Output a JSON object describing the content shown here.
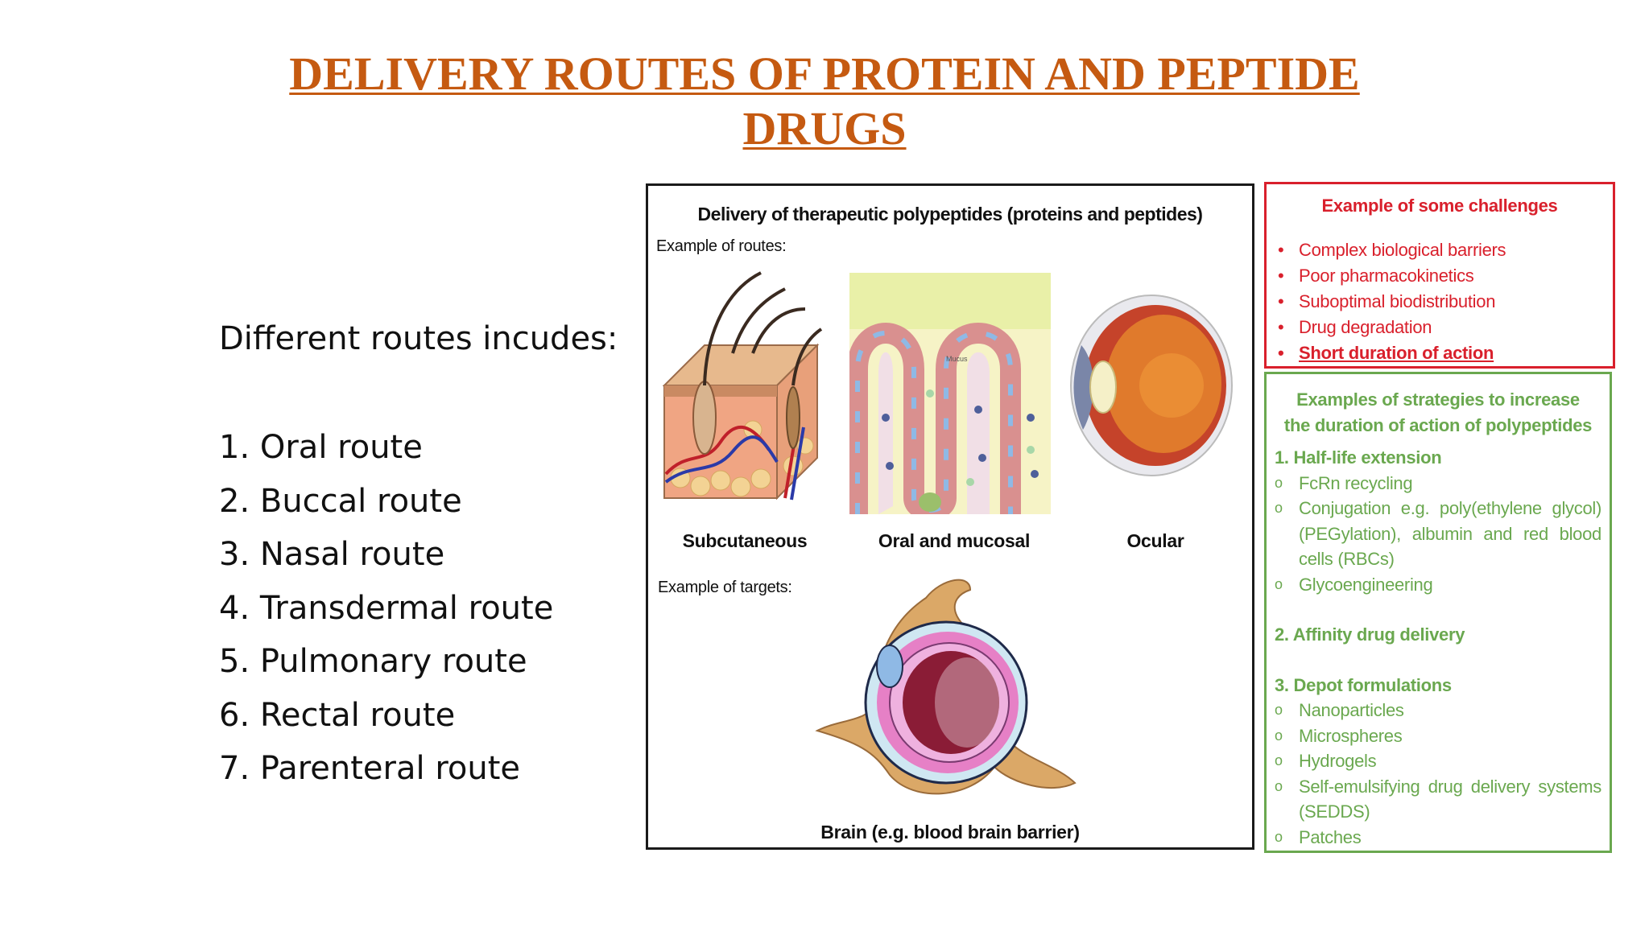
{
  "title": {
    "line1": "DELIVERY ROUTES  OF PROTEIN AND PEPTIDE",
    "line2": "DRUGS"
  },
  "intro": "Different routes incudes:",
  "routes": [
    "1. Oral route",
    "2. Buccal route",
    "3. Nasal route",
    "4. Transdermal route",
    "5. Pulmonary route",
    "6. Rectal route",
    "7. Parenteral route"
  ],
  "figure": {
    "title": "Delivery of therapeutic polypeptides (proteins and peptides)",
    "routes_label": "Example of routes:",
    "targets_label": "Example of targets:",
    "route_labels": [
      "Subcutaneous",
      "Oral and mucosal",
      "Ocular"
    ],
    "target_label": "Brain (e.g. blood brain barrier)",
    "mucus_label": "Mucus"
  },
  "challenges": {
    "title": "Example of some challenges",
    "items": [
      "Complex biological barriers",
      "Poor pharmacokinetics",
      "Suboptimal biodistribution",
      "Drug degradation",
      "Short duration of action"
    ]
  },
  "strategies": {
    "title": "Examples of strategies to increase the duration of action of polypeptides",
    "groups": [
      {
        "heading": "1. Half-life extension",
        "items": [
          "FcRn recycling",
          "Conjugation e.g. poly(ethylene glycol) (PEGylation), albumin and red blood cells (RBCs)",
          "Glycoengineering"
        ]
      },
      {
        "heading": "2. Affinity drug delivery",
        "items": []
      },
      {
        "heading": "3. Depot formulations",
        "items": [
          "Nanoparticles",
          "Microspheres",
          "Hydrogels",
          "Self-emulsifying drug delivery systems (SEDDS)",
          "Patches"
        ]
      }
    ]
  },
  "colors": {
    "title": "#c55a11",
    "challenge": "#d9202c",
    "strategy": "#6aa84f"
  }
}
